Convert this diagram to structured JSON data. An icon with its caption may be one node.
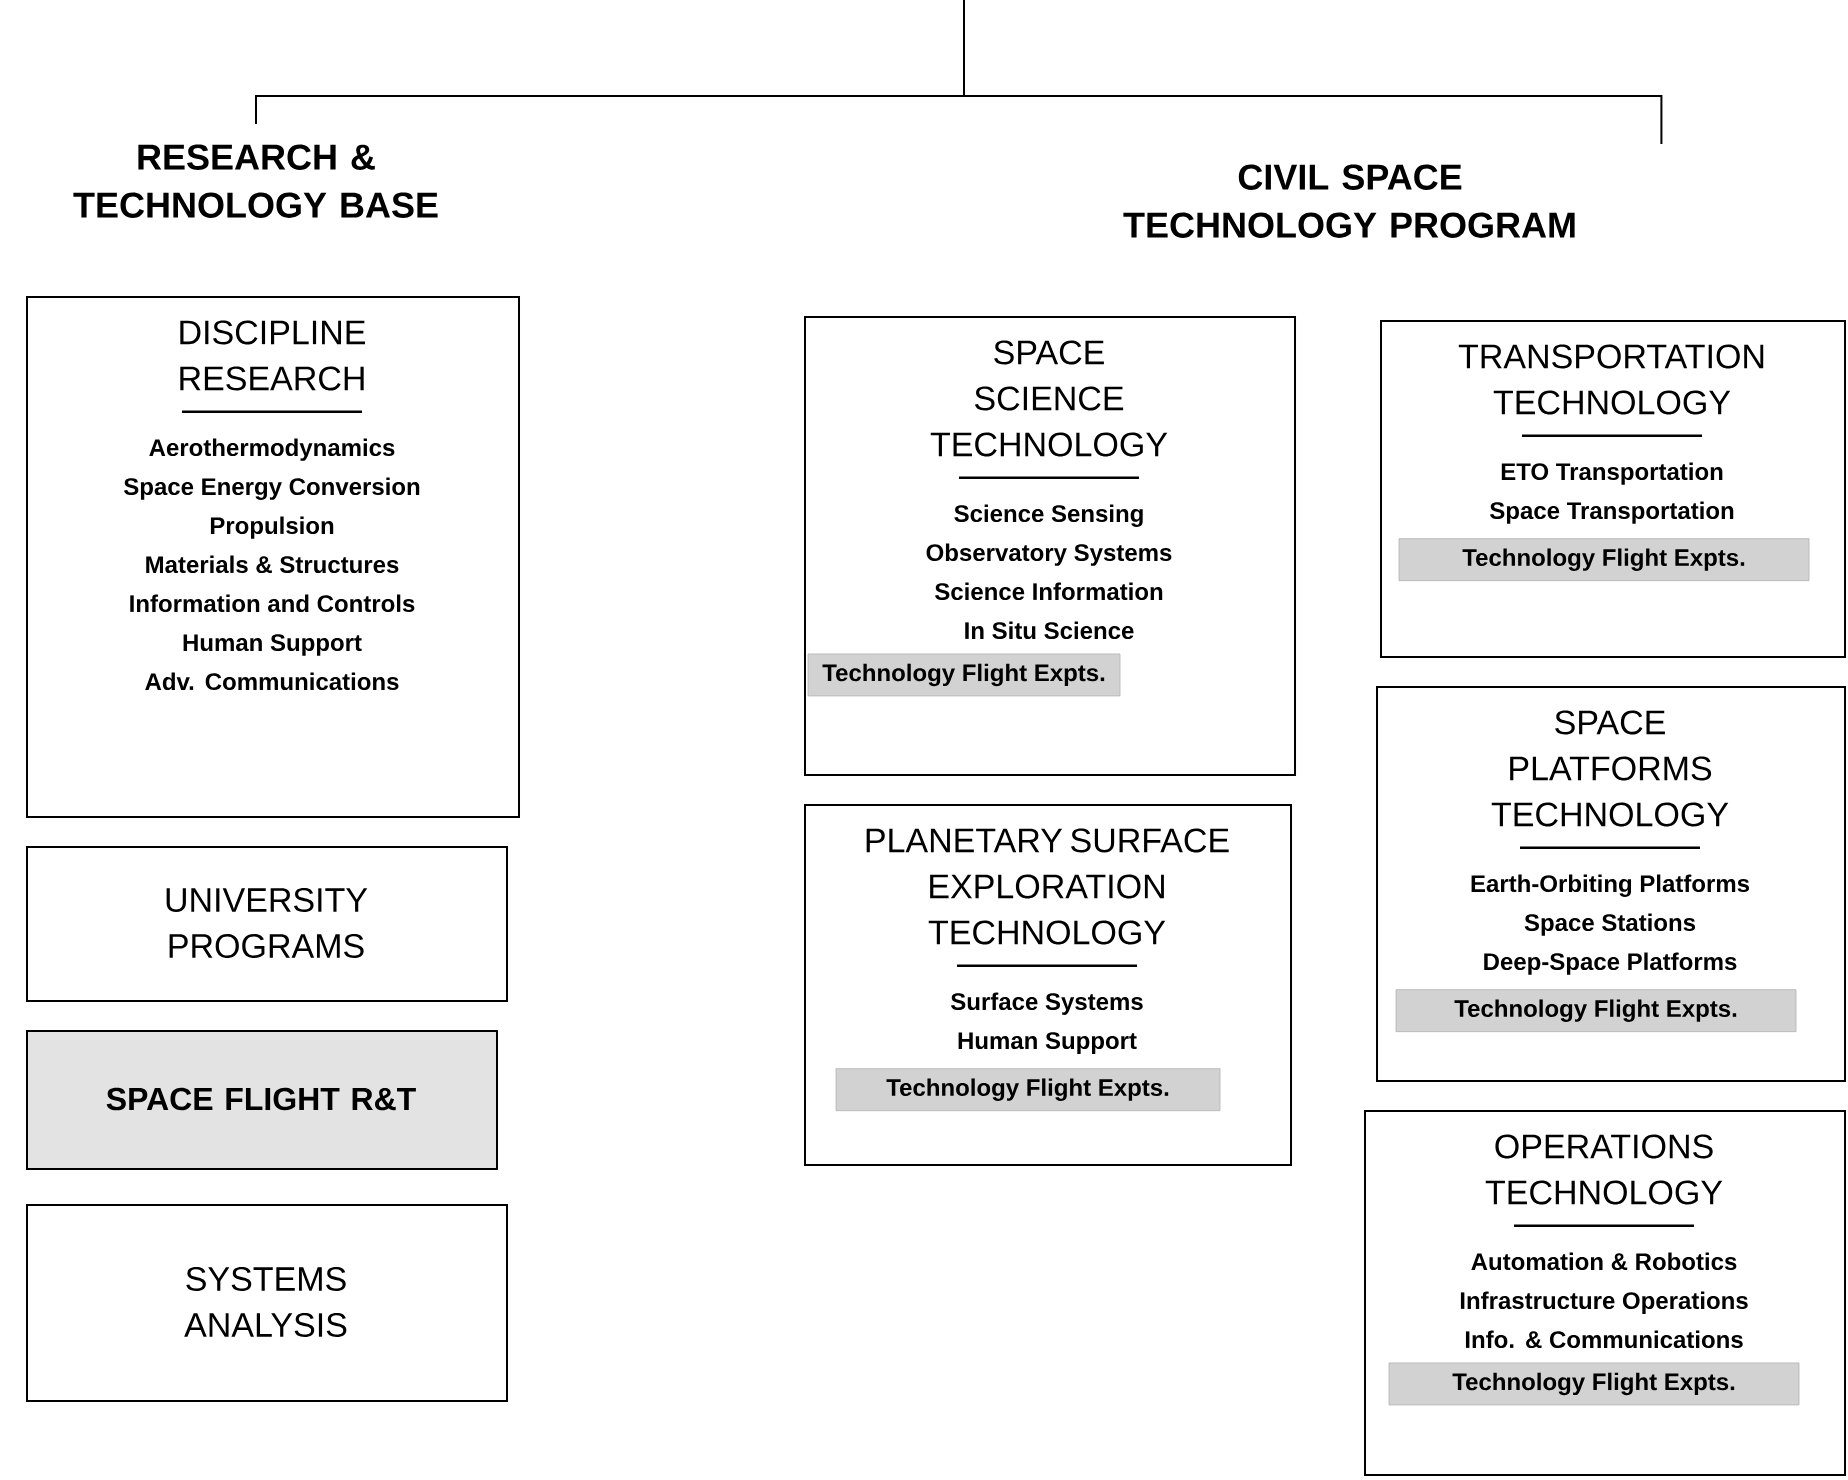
{
  "diagram": {
    "nodes": [
      {
        "text": [
          "RESEARCH & TECHNOLOGY BASE"
        ]
      },
      {
        "text": [
          "CIVIL SPACE TECHNOLOGY PROGRAM"
        ]
      },
      {
        "text": [
          "DISCIPLINE RESEARCH",
          "Aerothermodynamics",
          "Space Energy Conversion",
          "Propulsion",
          "Materials & Structures",
          "Information and Controls",
          "Human Support",
          "Adv. Communications"
        ]
      },
      {
        "text": [
          "UNIVERSITY PROGRAMS"
        ]
      },
      {
        "text": [
          "SPACE FLIGHT R&T"
        ]
      },
      {
        "text": [
          "SYSTEMS ANALYSIS"
        ]
      },
      {
        "text": [
          "SPACE SCIENCE TECHNOLOGY",
          "Science Sensing",
          "Observatory Systems",
          "Science Information",
          "In Situ Science"
        ]
      },
      {
        "text": [
          "Technology Flight Expts."
        ],
        "in": 6
      },
      {
        "text": [
          "PLANETARY SURFACE EXPLORATION TECHNOLOGY",
          "Surface Systems",
          "Human Support"
        ]
      },
      {
        "text": [
          "Technology Flight Expts."
        ],
        "in": 8
      },
      {
        "text": [
          "TRANSPORTATION TECHNOLOGY",
          "ETO Transportation",
          "Space Transportation"
        ]
      },
      {
        "text": [
          "Technology Flight Expts."
        ],
        "in": 10
      },
      {
        "text": [
          "SPACE PLATFORMS TECHNOLOGY",
          "Earth-Orbiting Platforms",
          "Space Stations",
          "Deep-Space Platforms"
        ]
      },
      {
        "text": [
          "Technology Flight Expts."
        ],
        "in": 12
      },
      {
        "text": [
          "OPERATIONS TECHNOLOGY",
          "Automation & Robotics",
          "Infrastructure Operations",
          "Info. & Communications"
        ]
      },
      {
        "text": [
          "Technology Flight Expts."
        ],
        "in": 14
      }
    ],
    "edges": [
      {
        "from": null,
        "to": 0,
        "arrow": "none"
      },
      {
        "from": null,
        "to": 1,
        "arrow": "none"
      }
    ]
  }
}
